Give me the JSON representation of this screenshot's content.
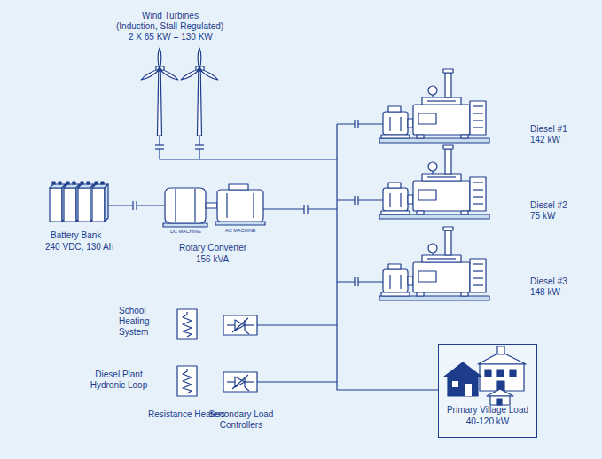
{
  "diagram": {
    "nodes": [
      {
        "text": [
          "Primary Village Load",
          "40-120 kW"
        ]
      }
    ],
    "labels": [
      "Wind Turbines",
      "(Induction, Stall-Regulated)",
      "2 X 65 KW = 130 KW",
      "Diesel #1",
      "142 kW",
      "Diesel #2",
      "75 kW",
      "Battery Bank",
      "240 VDC, 130 Ah",
      "DC MACHINE",
      "AC MACHINE",
      "Rotary Converter",
      "156 kVA",
      "Diesel #3",
      "148 kW",
      "School Heating System",
      "Diesel Plant Hydronic Loop",
      "Resistance Heaters",
      "Secondary Load Controllers"
    ]
  }
}
